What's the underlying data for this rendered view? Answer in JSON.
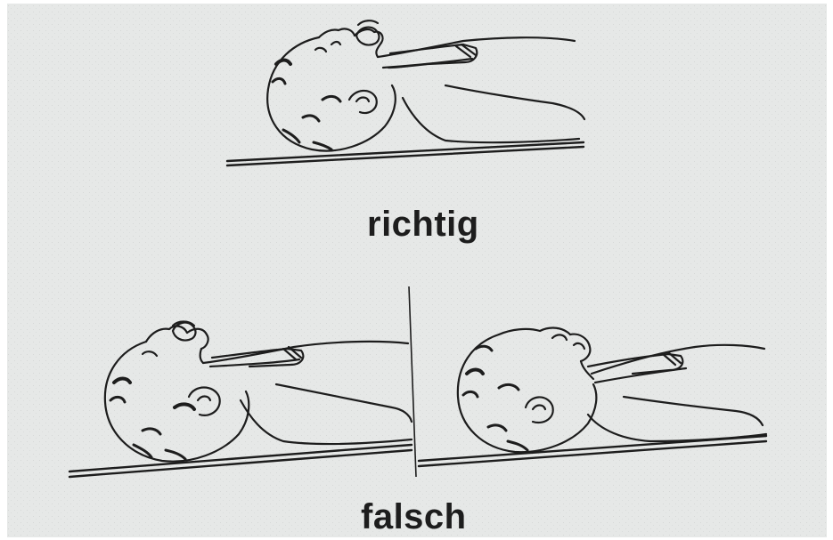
{
  "captions": {
    "correct": "richtig",
    "wrong": "falsch"
  },
  "figures": {
    "top": {
      "icon": "infant-supine-neutral-head-drawing"
    },
    "bottom_left": {
      "icon": "infant-supine-head-flexed-drawing"
    },
    "bottom_right": {
      "icon": "infant-supine-head-hyperextended-drawing"
    }
  },
  "colors": {
    "paper": "#e6e8e7",
    "ink": "#1d1d1d"
  }
}
